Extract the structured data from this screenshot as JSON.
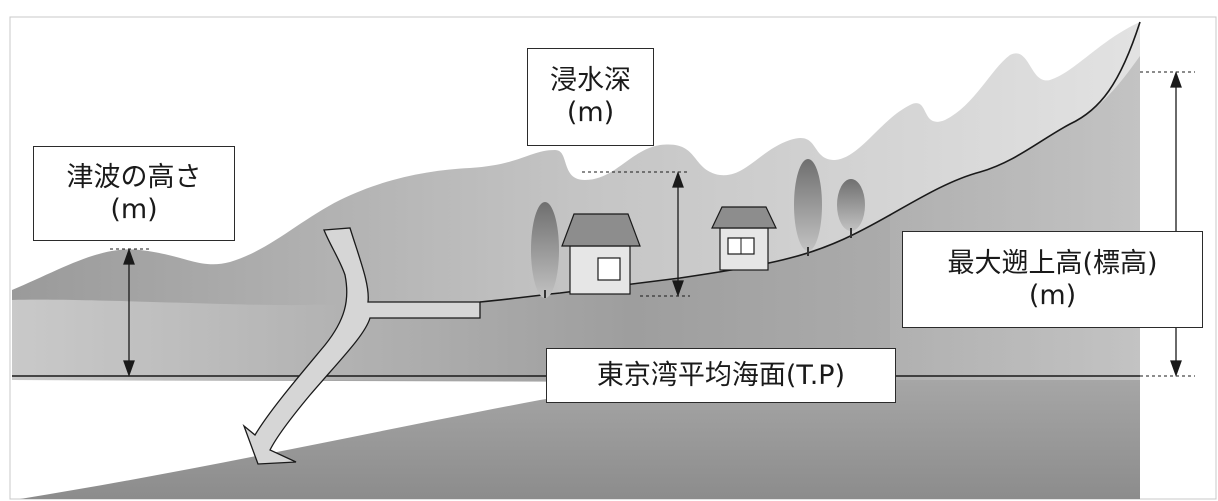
{
  "labels": {
    "inundation_depth": {
      "line1": "浸水深",
      "line2": "(m)"
    },
    "tsunami_height": {
      "line1": "津波の高さ",
      "line2": "(m)"
    },
    "max_runup_height": {
      "line1": "最大遡上高(標高)",
      "line2": "(m)"
    },
    "datum": {
      "text": "東京湾平均海面(T.P)"
    }
  },
  "colors": {
    "frame": "#bfbfbf",
    "line": "#1a1a1a",
    "ground_dark": "#8a8a8a",
    "ground_light": "#c8c8c8",
    "tsunami_water": "#a9a9a9",
    "wave_light": "#d8d8d8"
  },
  "icons": [
    "tree-icon",
    "house-icon",
    "arrow-icon",
    "river-channel"
  ]
}
